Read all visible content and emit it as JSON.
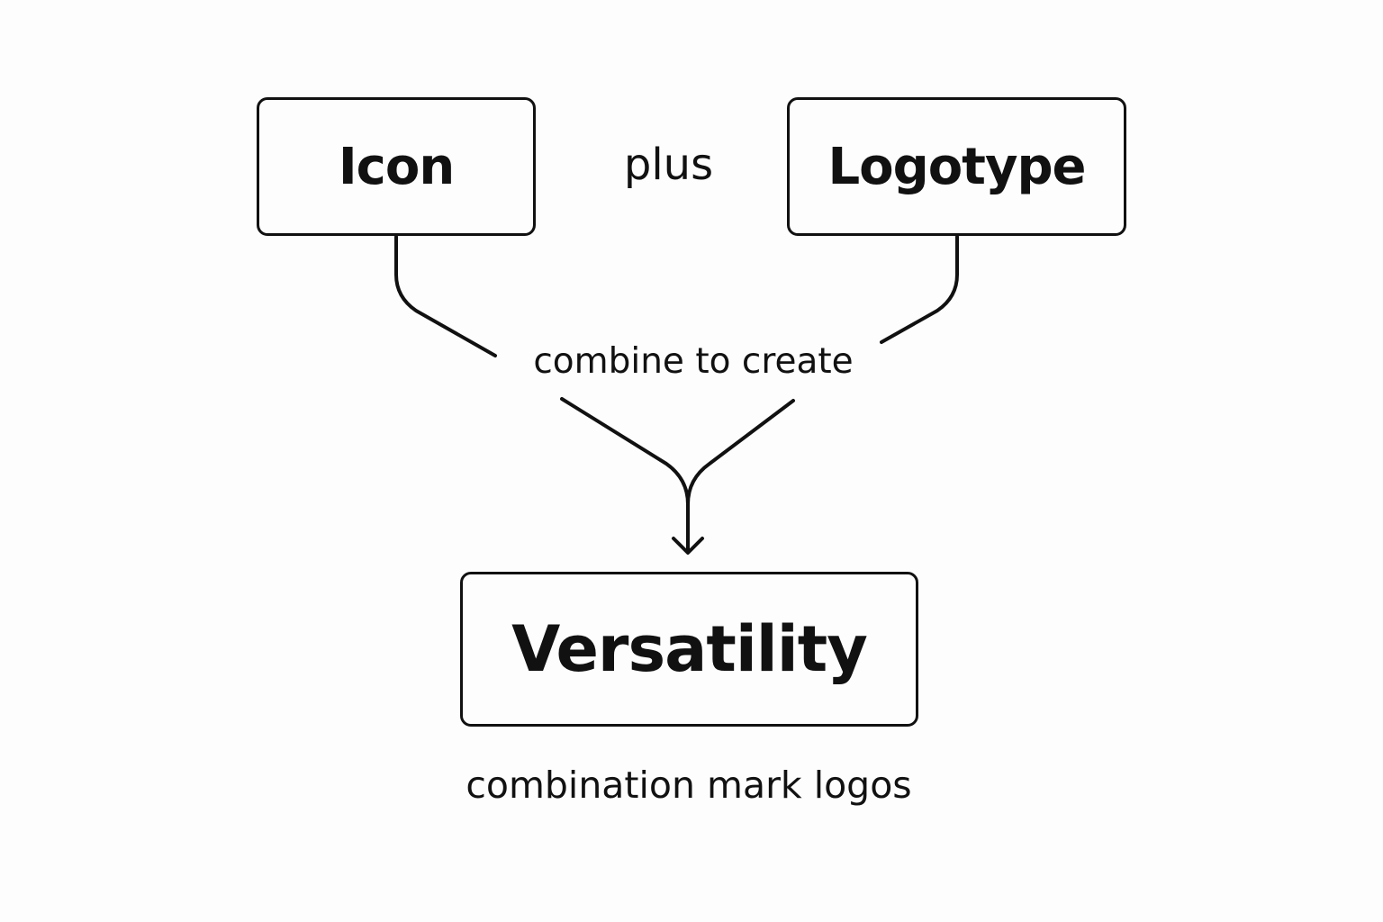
{
  "diagram": {
    "nodes": {
      "icon": "Icon",
      "logotype": "Logotype",
      "versatility": "Versatility"
    },
    "labels": {
      "plus": "plus",
      "combine": "combine to create",
      "caption": "combination mark logos"
    },
    "edges": [
      {
        "from": "icon",
        "to": "combine"
      },
      {
        "from": "logotype",
        "to": "combine"
      },
      {
        "from": "combine",
        "to": "versatility"
      }
    ],
    "colors": {
      "stroke": "#111111",
      "background": "#fdfdfd"
    }
  }
}
